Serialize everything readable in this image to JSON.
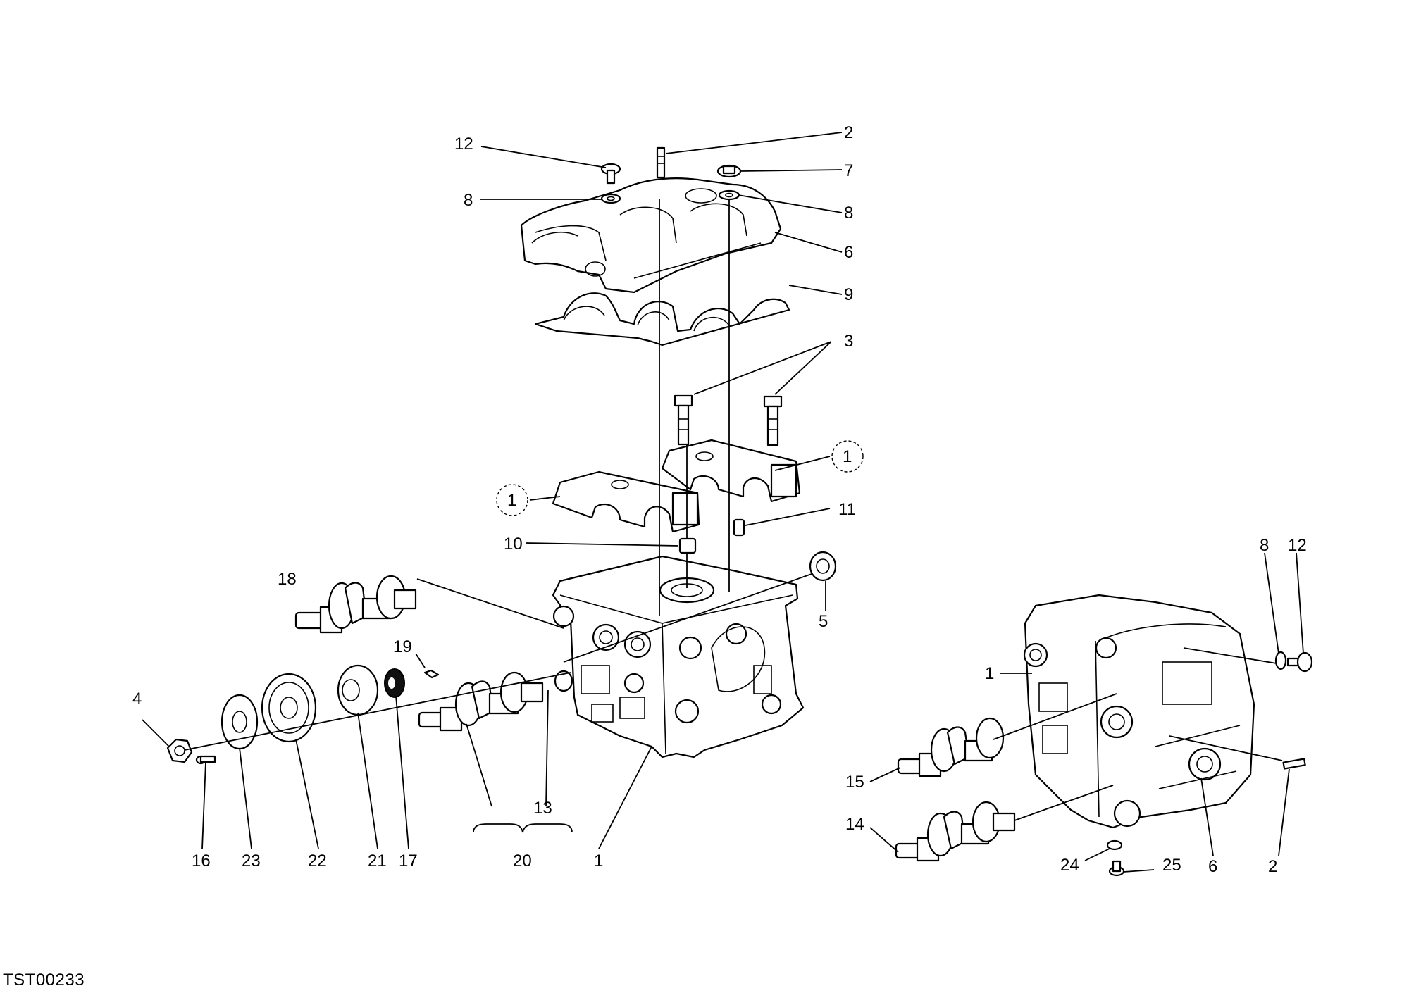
{
  "document_code": "TST00233",
  "callouts": {
    "c_1_core": "1",
    "c_1_cap_left": "1",
    "c_1_cap_right": "1",
    "c_1_right_head": "1",
    "c_2_top": "2",
    "c_2_right": "2",
    "c_3": "3",
    "c_4": "4",
    "c_5": "5",
    "c_6_top": "6",
    "c_6_right": "6",
    "c_7": "7",
    "c_8_left": "8",
    "c_8_top_right": "8",
    "c_8_right": "8",
    "c_9": "9",
    "c_10": "10",
    "c_11": "11",
    "c_12_top": "12",
    "c_12_right": "12",
    "c_13": "13",
    "c_14": "14",
    "c_15": "15",
    "c_16": "16",
    "c_17": "17",
    "c_18": "18",
    "c_19": "19",
    "c_20": "20",
    "c_21": "21",
    "c_22": "22",
    "c_23": "23",
    "c_24": "24",
    "c_25": "25"
  }
}
